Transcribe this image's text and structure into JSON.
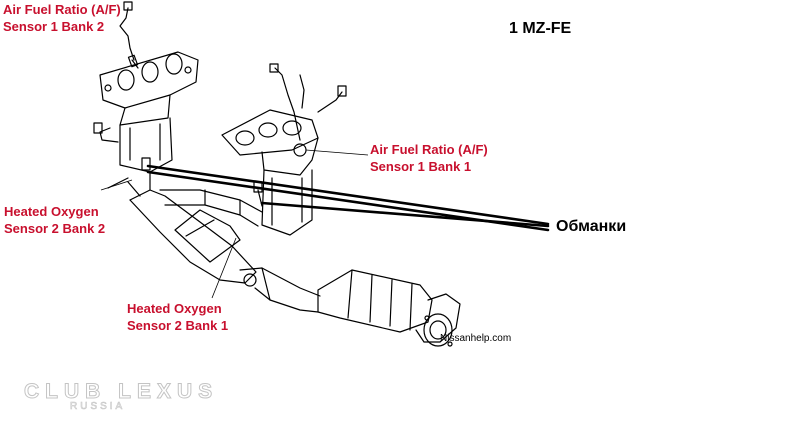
{
  "diagram": {
    "engine_title": "1 MZ-FE",
    "labels": {
      "af_sensor1_bank2": [
        "Air Fuel Ratio (A/F)",
        "Sensor 1 Bank 2"
      ],
      "af_sensor1_bank1": [
        "Air Fuel Ratio (A/F)",
        "Sensor 1 Bank 1"
      ],
      "ho2_sensor2_bank2": [
        "Heated Oxygen",
        "Sensor 2 Bank 2"
      ],
      "ho2_sensor2_bank1": [
        "Heated Oxygen",
        "Sensor 2 Bank 1"
      ]
    },
    "callout": "Обманки",
    "credit": "Nissanhelp.com"
  },
  "watermark": {
    "title": "CLUB LEXUS",
    "subtitle": "RUSSIA"
  },
  "colors": {
    "label_red": "#c8102e",
    "line": "#000000",
    "watermark_outline": "#c4c4c4"
  }
}
